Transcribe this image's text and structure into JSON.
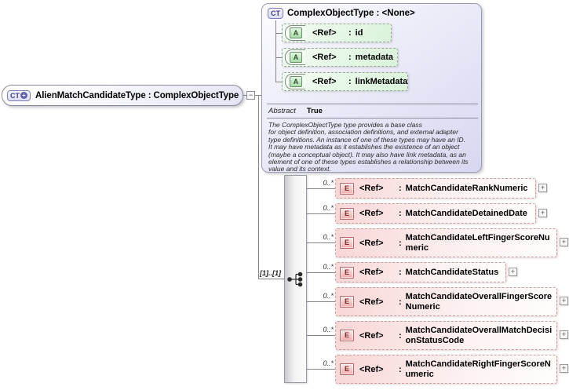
{
  "root": {
    "badge": "CT",
    "badge_plus": "+",
    "label": "AlienMatchCandidateType : ComplexObjectType",
    "collapse_glyph": "−"
  },
  "base_type": {
    "badge": "CT",
    "title": "ComplexObjectType : <None>",
    "attributes": [
      {
        "badge": "A",
        "ref": "<Ref>",
        "sep": ":",
        "name": "id"
      },
      {
        "badge": "A",
        "ref": "<Ref>",
        "sep": ":",
        "name": "metadata"
      },
      {
        "badge": "A",
        "ref": "<Ref>",
        "sep": ":",
        "name": "linkMetadata"
      }
    ],
    "abstract_label": "Abstract",
    "abstract_value": "True",
    "annotation": "The ComplexObjectType type provides a base class\nfor object definition, association definitions, and external adapter\ntype definitions. An instance of one of these types may have an ID.\nIt may have metadata as it establishes the existence of an object\n(maybe a conceptual object). It may also have link metadata, as an\nelement of one of these types establishes a relationship between its\nvalue and its context."
  },
  "content_model": {
    "cardinality": "[1]..[1]",
    "compositor": "sequence"
  },
  "elements": [
    {
      "badge": "E",
      "ref": "<Ref>",
      "sep": ":",
      "name": "MatchCandidateRankNumeric",
      "cardinality": "0..*",
      "expand_glyph": "+"
    },
    {
      "badge": "E",
      "ref": "<Ref>",
      "sep": ":",
      "name": "MatchCandidateDetainedDate",
      "cardinality": "0..*",
      "expand_glyph": "+"
    },
    {
      "badge": "E",
      "ref": "<Ref>",
      "sep": ":",
      "name": "MatchCandidateLeftFingerScoreNu\nmeric",
      "cardinality": "0..*",
      "expand_glyph": "+"
    },
    {
      "badge": "E",
      "ref": "<Ref>",
      "sep": ":",
      "name": "MatchCandidateStatus",
      "cardinality": "0..*",
      "expand_glyph": "+"
    },
    {
      "badge": "E",
      "ref": "<Ref>",
      "sep": ":",
      "name": "MatchCandidateOverallFingerScore\nNumeric",
      "cardinality": "0..*",
      "expand_glyph": "+"
    },
    {
      "badge": "E",
      "ref": "<Ref>",
      "sep": ":",
      "name": "MatchCandidateOverallMatchDecisi\nonStatusCode",
      "cardinality": "0..*",
      "expand_glyph": "+"
    },
    {
      "badge": "E",
      "ref": "<Ref>",
      "sep": ":",
      "name": "MatchCandidateRightFingerScoreN\numeric",
      "cardinality": "0..*",
      "expand_glyph": "+"
    }
  ],
  "colors": {
    "complex_type_fill": "#d7d7f1",
    "attribute_fill": "#d9f2d9",
    "element_fill": "#f8d6d6",
    "connector": "#848484",
    "badge_purple_text": "#3f3f8f"
  }
}
